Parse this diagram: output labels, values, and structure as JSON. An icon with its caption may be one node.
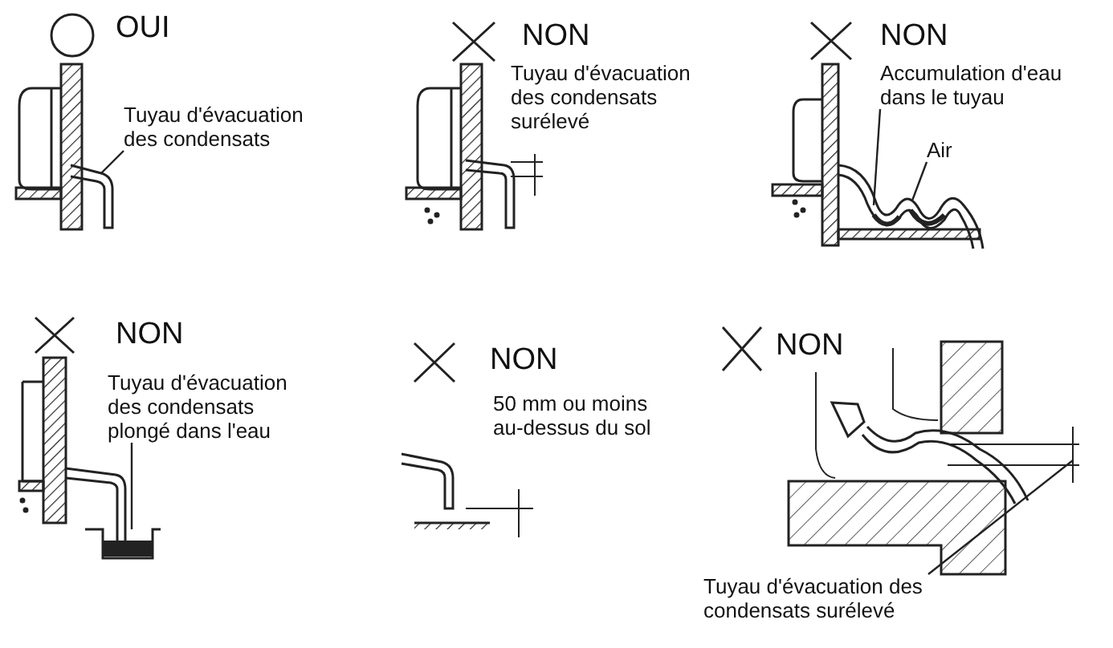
{
  "diagram": {
    "nodes": [
      {
        "text": [
          "Tuyau d'évacuation des condensats"
        ]
      },
      {
        "text": [
          "Accumulation d'eau dans le tuyau"
        ]
      },
      {
        "text": [
          "Air"
        ]
      },
      {
        "text": [
          "Tuyau d'évacuation des condensats plongé dans l'eau"
        ]
      },
      {
        "text": [
          "Tuyau d'évacuation des condensats surélevé"
        ]
      }
    ],
    "edges": [
      {
        "from": 0,
        "to": null,
        "arrow": "none"
      },
      {
        "from": 1,
        "to": null,
        "arrow": "none"
      },
      {
        "from": 2,
        "to": null,
        "arrow": "none"
      },
      {
        "from": 3,
        "to": null,
        "arrow": "none"
      },
      {
        "from": 4,
        "to": null,
        "arrow": "none"
      }
    ],
    "labels": [
      "OUI",
      "NON",
      "Tuyau d'évacuation des condensats surélevé",
      "NON",
      "NON",
      "NON",
      "50 mm ou moins au-dessus du sol",
      "NON"
    ]
  }
}
